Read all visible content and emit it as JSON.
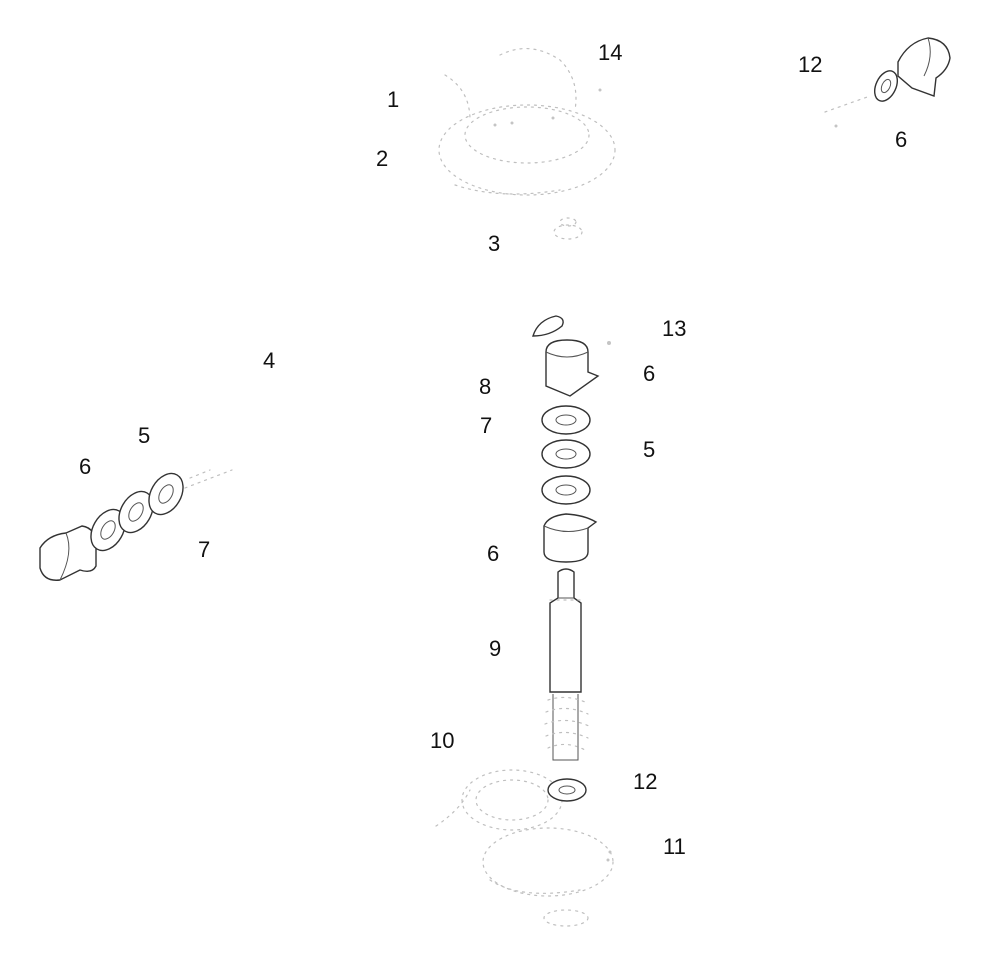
{
  "diagram": {
    "type": "exploded-parts-diagram",
    "line_color": "#333333",
    "faint_color": "#bfbfbf",
    "callouts": [
      "14",
      "1",
      "2",
      "3",
      "12",
      "6",
      "13",
      "4",
      "8",
      "6",
      "7",
      "5",
      "5",
      "6",
      "7",
      "6",
      "9",
      "10",
      "12",
      "11"
    ]
  }
}
